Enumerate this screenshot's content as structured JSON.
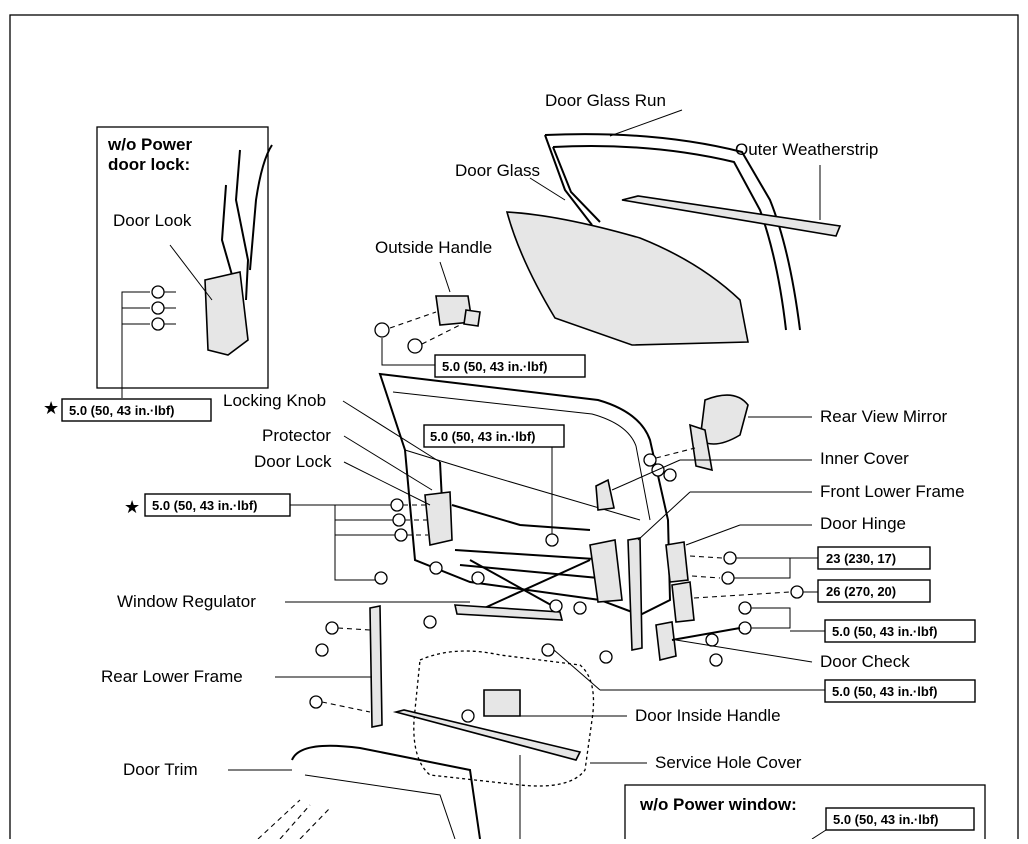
{
  "inset_top": {
    "title_line1": "w/o Power",
    "title_line2": "door lock:",
    "part_label": "Door Look"
  },
  "inset_bottom": {
    "title": "w/o Power window:",
    "torque": "5.0 (50, 43 in.·lbf)"
  },
  "labels": {
    "door_glass_run": "Door Glass Run",
    "outer_weatherstrip": "Outer Weatherstrip",
    "door_glass": "Door Glass",
    "outside_handle": "Outside Handle",
    "locking_knob": "Locking Knob",
    "protector": "Protector",
    "door_lock": "Door Lock",
    "rear_view_mirror": "Rear View Mirror",
    "inner_cover": "Inner Cover",
    "front_lower_frame": "Front Lower Frame",
    "door_hinge": "Door Hinge",
    "window_regulator": "Window Regulator",
    "rear_lower_frame": "Rear Lower Frame",
    "door_check": "Door Check",
    "door_inside_handle": "Door Inside Handle",
    "door_trim": "Door Trim",
    "service_hole_cover": "Service Hole Cover"
  },
  "torque": {
    "t_inset_lock": "5.0 (50, 43 in.·lbf)",
    "t_outside_handle": "5.0 (50, 43 in.·lbf)",
    "t_center": "5.0 (50, 43 in.·lbf)",
    "t_door_lock": "5.0 (50, 43 in.·lbf)",
    "t_hinge_door": "23 (230, 17)",
    "t_hinge_body": "26 (270, 20)",
    "t_door_check_body": "5.0 (50, 43 in.·lbf)",
    "t_door_check_door": "5.0 (50, 43 in.·lbf)"
  },
  "symbols": {
    "star": "★"
  }
}
